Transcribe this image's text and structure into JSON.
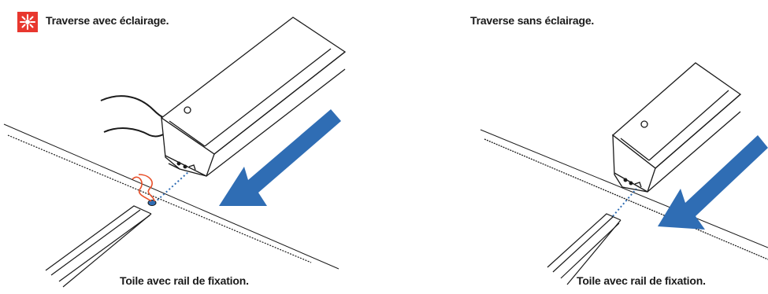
{
  "left_panel": {
    "title": "Traverse avec éclairage.",
    "caption": "Toile avec rail de fixation.",
    "icon": "light-icon",
    "icon_color": "#e8372e"
  },
  "right_panel": {
    "title": "Traverse sans éclairage.",
    "caption": "Toile avec rail de fixation."
  },
  "colors": {
    "arrow": "#2f6db4",
    "wire": "#e8502a",
    "dotted_guide": "#2f6db4",
    "line": "#1a1a1a"
  }
}
